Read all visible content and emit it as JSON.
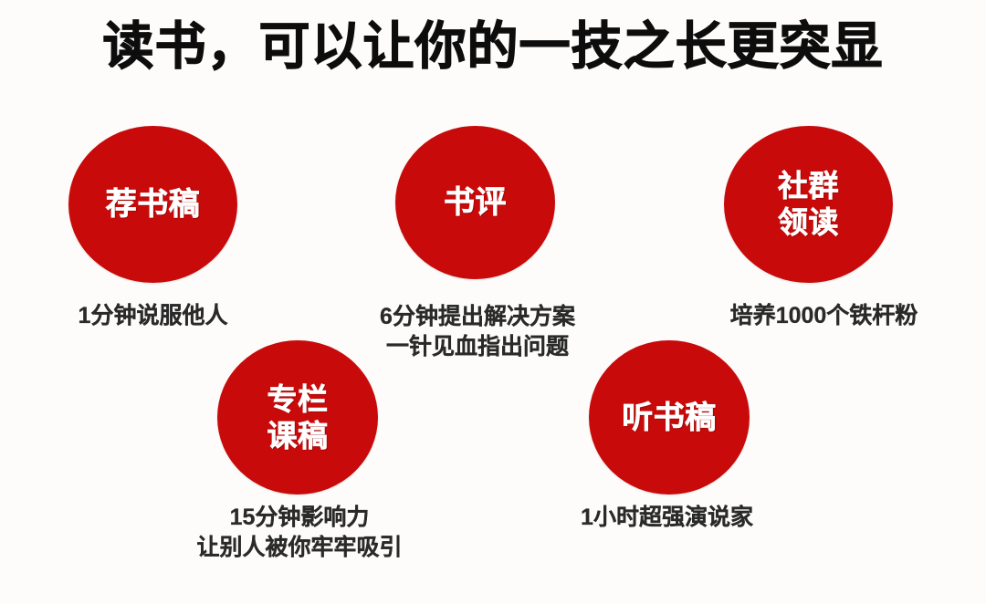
{
  "slide": {
    "title": "读书，可以让你的一技之长更突显",
    "background_color": "#fdfcfa",
    "accent_color": "#c80a0a",
    "title_color": "#0d0d0d",
    "caption_color": "#2a2a2a",
    "circle_label_color": "#ffffff"
  },
  "nodes": [
    {
      "id": "jianshugao",
      "label": "荐书稿",
      "caption": "1分钟说服他人"
    },
    {
      "id": "shuping",
      "label": "书评",
      "caption": "6分钟提出解决方案\n一针见血指出问题"
    },
    {
      "id": "shequn-lingdu",
      "label": "社群\n领读",
      "caption": "培养1000个铁杆粉"
    },
    {
      "id": "zhuanlan-kegao",
      "label": "专栏\n课稿",
      "caption": "15分钟影响力\n让别人被你牢牢吸引"
    },
    {
      "id": "tingshugao",
      "label": "听书稿",
      "caption": "1小时超强演说家"
    }
  ]
}
